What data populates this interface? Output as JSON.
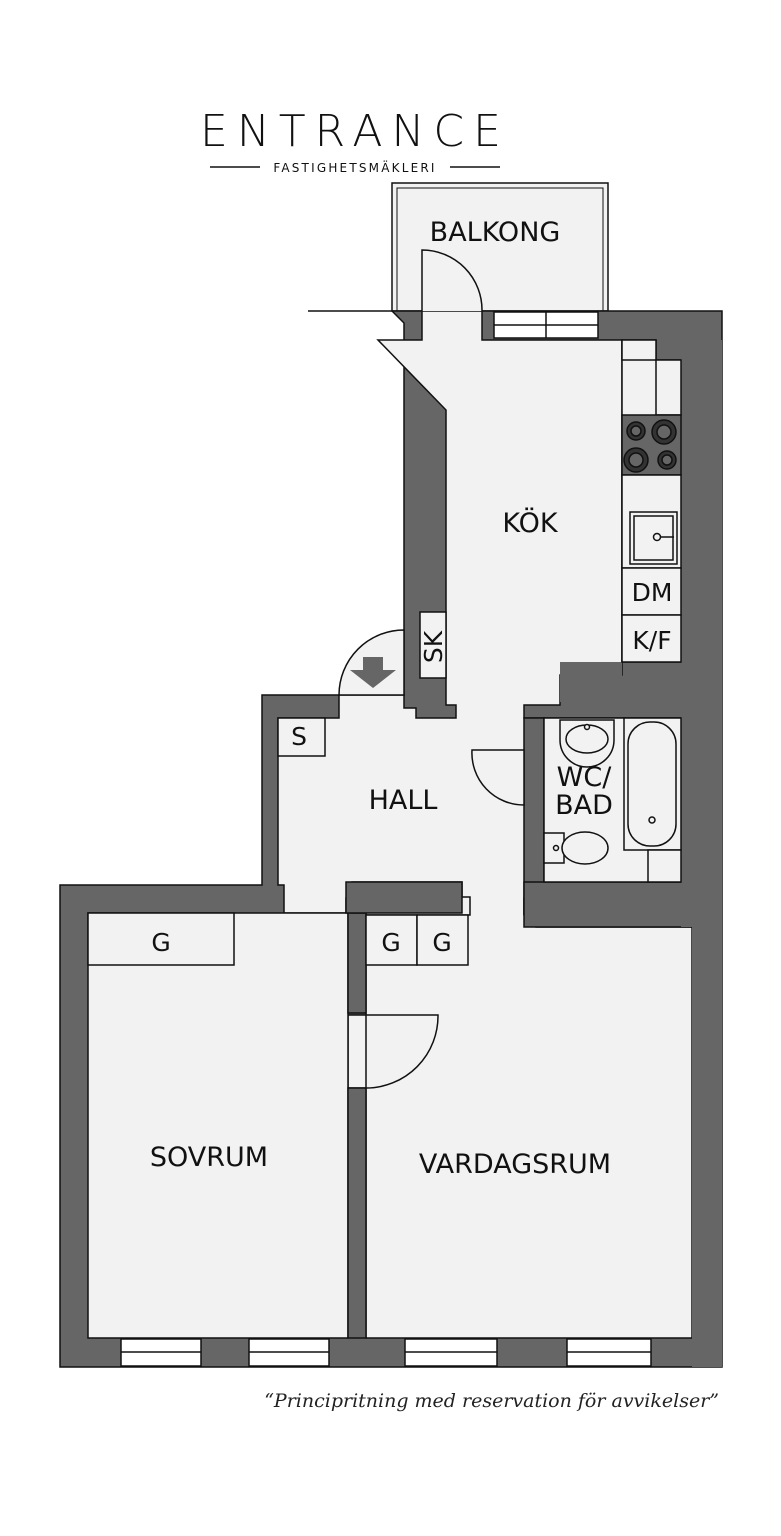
{
  "brand": {
    "name": "ENTRANCE",
    "tagline": "FASTIGHETSMÄKLERI"
  },
  "rooms": {
    "balkong": "BALKONG",
    "kok": "KÖK",
    "hall": "HALL",
    "wc_bad": [
      "WC/",
      "BAD"
    ],
    "sovrum": "SOVRUM",
    "vardagsrum": "VARDAGSRUM"
  },
  "fixtures": {
    "dishwasher": "DM",
    "fridge_freezer": "K/F",
    "storage_cabinet": "SK",
    "storage_small": "S",
    "wardrobe_sovrum": "G",
    "wardrobe_hall_1": "G",
    "wardrobe_hall_2": "G"
  },
  "disclaimer": "“Principritning med reservation för avvikelser”",
  "colors": {
    "wall": "#666666",
    "floor": "#f2f2f2",
    "line": "#111111",
    "background": "#ffffff"
  }
}
